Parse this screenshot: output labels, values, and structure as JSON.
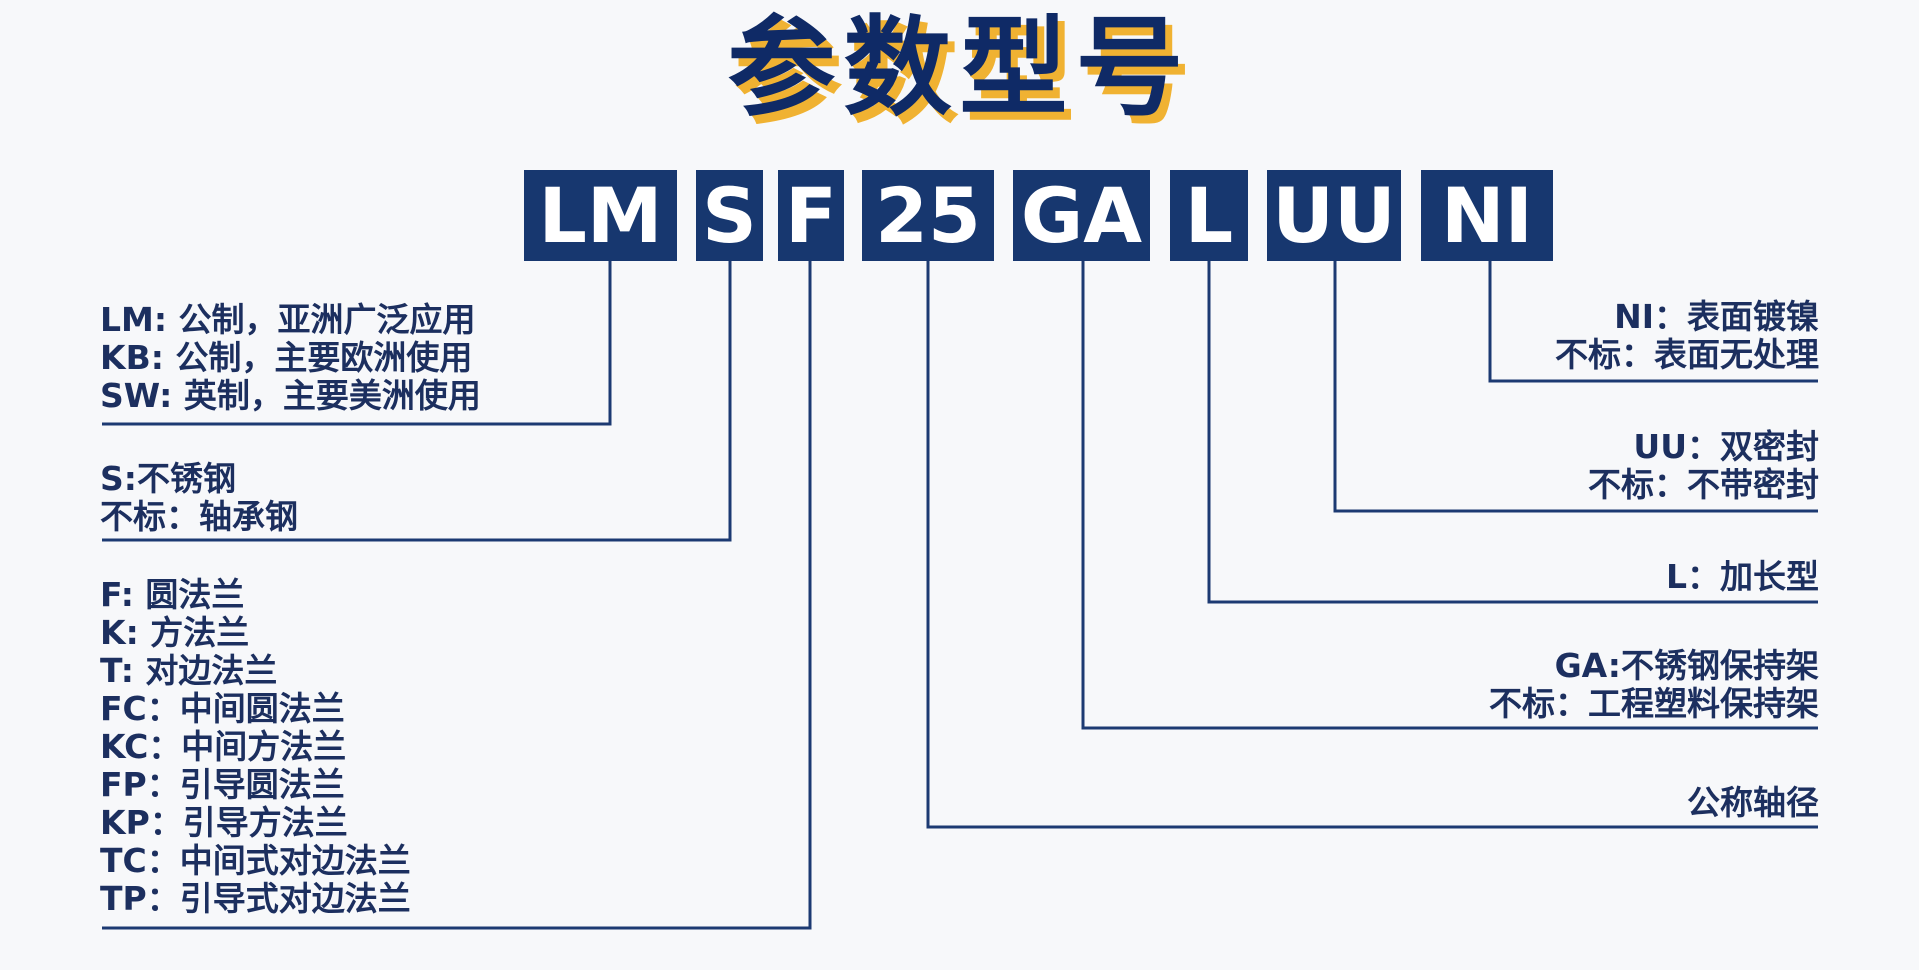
{
  "title": "参数型号",
  "code_segments": [
    "LM",
    "S",
    "F",
    "25",
    "GA",
    "L",
    "UU",
    "NI"
  ],
  "colors": {
    "box": "#17376f",
    "title": "#0f2a66",
    "title_shadow": "#f0b232",
    "line": "#1c3a72"
  },
  "left_groups": {
    "lm": [
      "LM: 公制，亚洲广泛应用",
      "KB: 公制，主要欧洲使用",
      "SW: 英制，主要美洲使用"
    ],
    "s": [
      "S:不锈钢",
      "不标：轴承钢"
    ],
    "f": [
      "F:    圆法兰",
      "K:    方法兰",
      "T:    对边法兰",
      "FC：中间圆法兰",
      "KC：中间方法兰",
      "FP：引导圆法兰",
      "KP：引导方法兰",
      "TC：中间式对边法兰",
      "TP：引导式对边法兰"
    ]
  },
  "right_groups": {
    "ni": [
      "NI：表面镀镍",
      "不标：表面无处理"
    ],
    "uu": [
      "UU：双密封",
      "不标：不带密封"
    ],
    "l": [
      "L：加长型"
    ],
    "ga": [
      "GA:不锈钢保持架",
      "不标：工程塑料保持架"
    ],
    "num": [
      "公称轴径"
    ]
  }
}
